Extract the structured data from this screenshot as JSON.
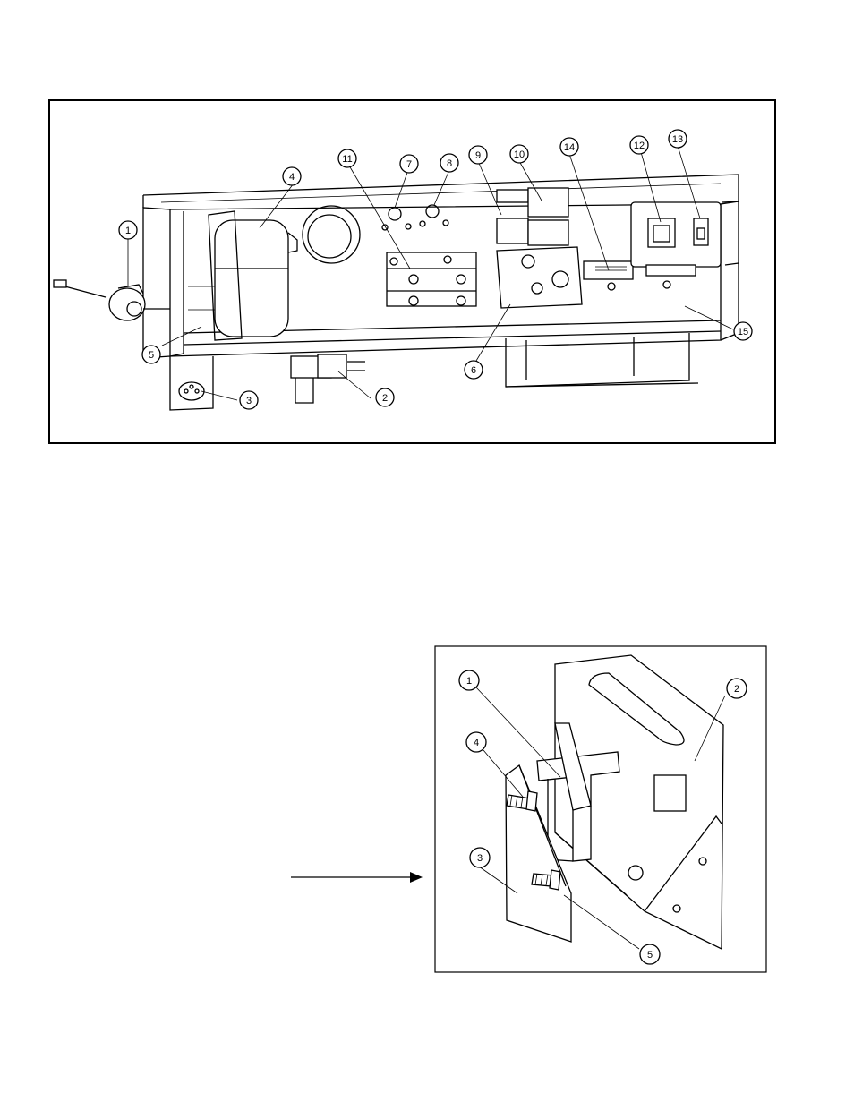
{
  "top_diagram": {
    "callouts": [
      "1",
      "2",
      "3",
      "4",
      "5",
      "6",
      "7",
      "8",
      "9",
      "10",
      "11",
      "12",
      "13",
      "14",
      "15"
    ]
  },
  "bottom_diagram": {
    "callouts": [
      "1",
      "2",
      "3",
      "4",
      "5"
    ]
  }
}
